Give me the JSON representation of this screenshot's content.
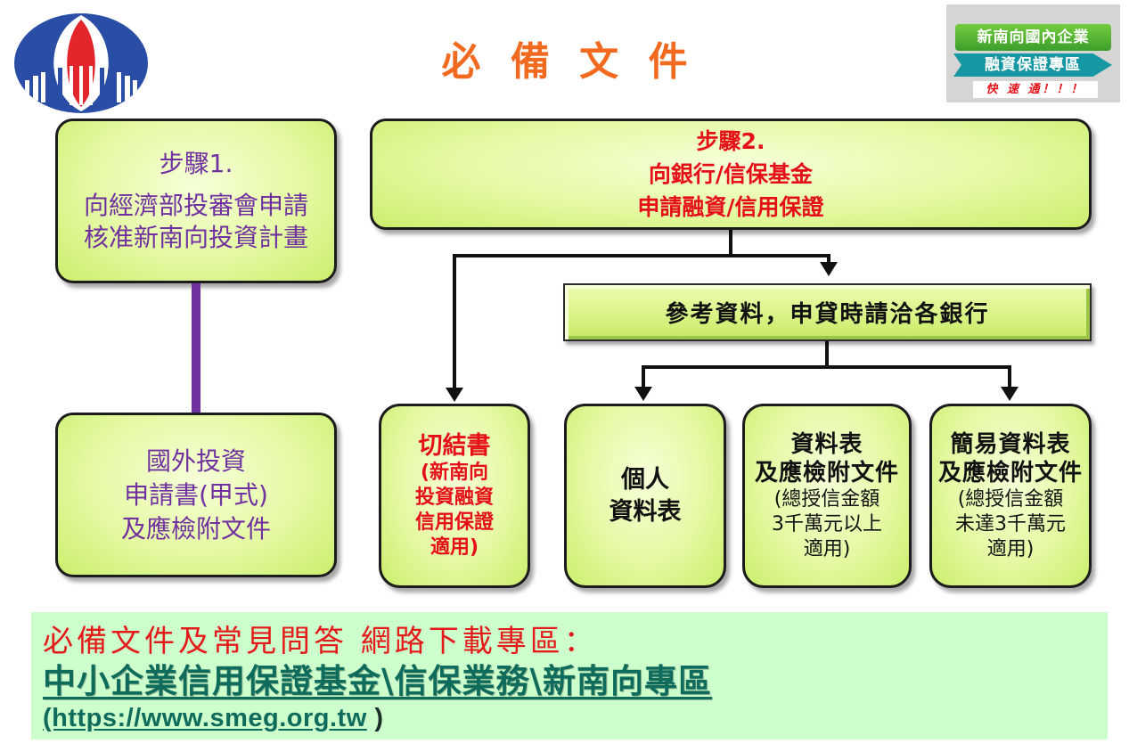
{
  "header": {
    "title": "必 備 文 件",
    "badge": {
      "line1": "新南向國內企業",
      "line2": "融資保證專區",
      "line3": "快 速 通！！！"
    }
  },
  "step1": {
    "label": "步驟1.",
    "lines": [
      "向經濟部投審會申請",
      "核准新南向投資計畫"
    ]
  },
  "application_form": {
    "lines": [
      "國外投資",
      "申請書(甲式)",
      "及應檢附文件"
    ]
  },
  "step2": {
    "label": "步驟2.",
    "lines": [
      "向銀行/信保基金",
      "申請融資/信用保證"
    ]
  },
  "reference_bar": {
    "text": "參考資料，申貸時請洽各銀行"
  },
  "documents": [
    {
      "title_lines": [
        "切結書"
      ],
      "detail_lines": [
        "(新南向",
        "投資融資",
        "信用保證",
        "適用)"
      ]
    },
    {
      "title_lines": [
        "個人",
        "資料表"
      ]
    },
    {
      "title_lines": [
        "資料表",
        "及應檢附文件"
      ],
      "detail_lines": [
        "(總授信金額",
        "3千萬元以上",
        "適用)"
      ]
    },
    {
      "title_lines": [
        "簡易資料表",
        "及應檢附文件"
      ],
      "detail_lines": [
        "(總授信金額",
        "未達3千萬元",
        "適用)"
      ]
    }
  ],
  "download": {
    "heading": "必備文件及常見問答 網路下載專區：",
    "path": "中小企業信用保證基金\\信保業務\\新南向專區",
    "url": "(https://www.smeg.org.tw",
    "url_suffix": " )"
  },
  "icons": {
    "logo": "emblem-logo-icon"
  },
  "colors": {
    "title_orange": "#f26a1f",
    "step1_purple": "#7030a0",
    "step2_red": "#e50f1a",
    "link_teal": "#0f6b5b",
    "download_bg": "#ccffcc"
  }
}
